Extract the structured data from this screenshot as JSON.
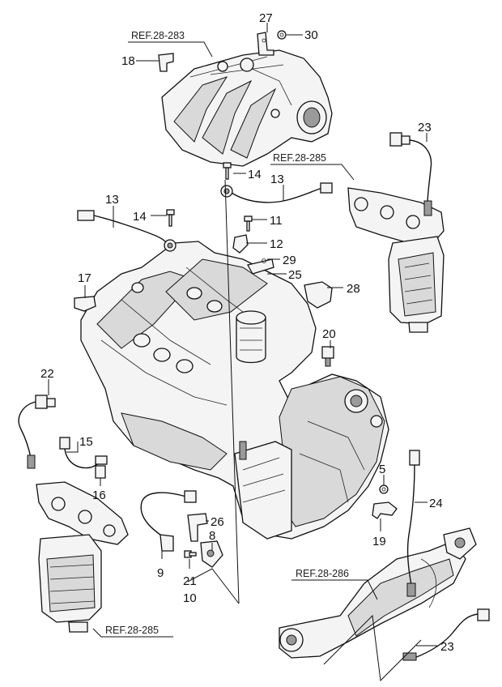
{
  "refs": {
    "intake": "REF.28-283",
    "exhaust_right": "REF.28-285",
    "pipe": "REF.28-286",
    "exhaust_left": "REF.28-285"
  },
  "callouts": {
    "c27": "27",
    "c30": "30",
    "c18": "18",
    "c23a": "23",
    "c14a": "14",
    "c13a": "13",
    "c13b": "13",
    "c14b": "14",
    "c11": "11",
    "c12": "12",
    "c29": "29",
    "c25": "25",
    "c28": "28",
    "c17": "17",
    "c20": "20",
    "c22": "22",
    "c15": "15",
    "c16": "16",
    "c5": "5",
    "c24": "24",
    "c19": "19",
    "c26": "26",
    "c8": "8",
    "c9": "9",
    "c21": "21",
    "c10": "10",
    "c23b": "23"
  }
}
